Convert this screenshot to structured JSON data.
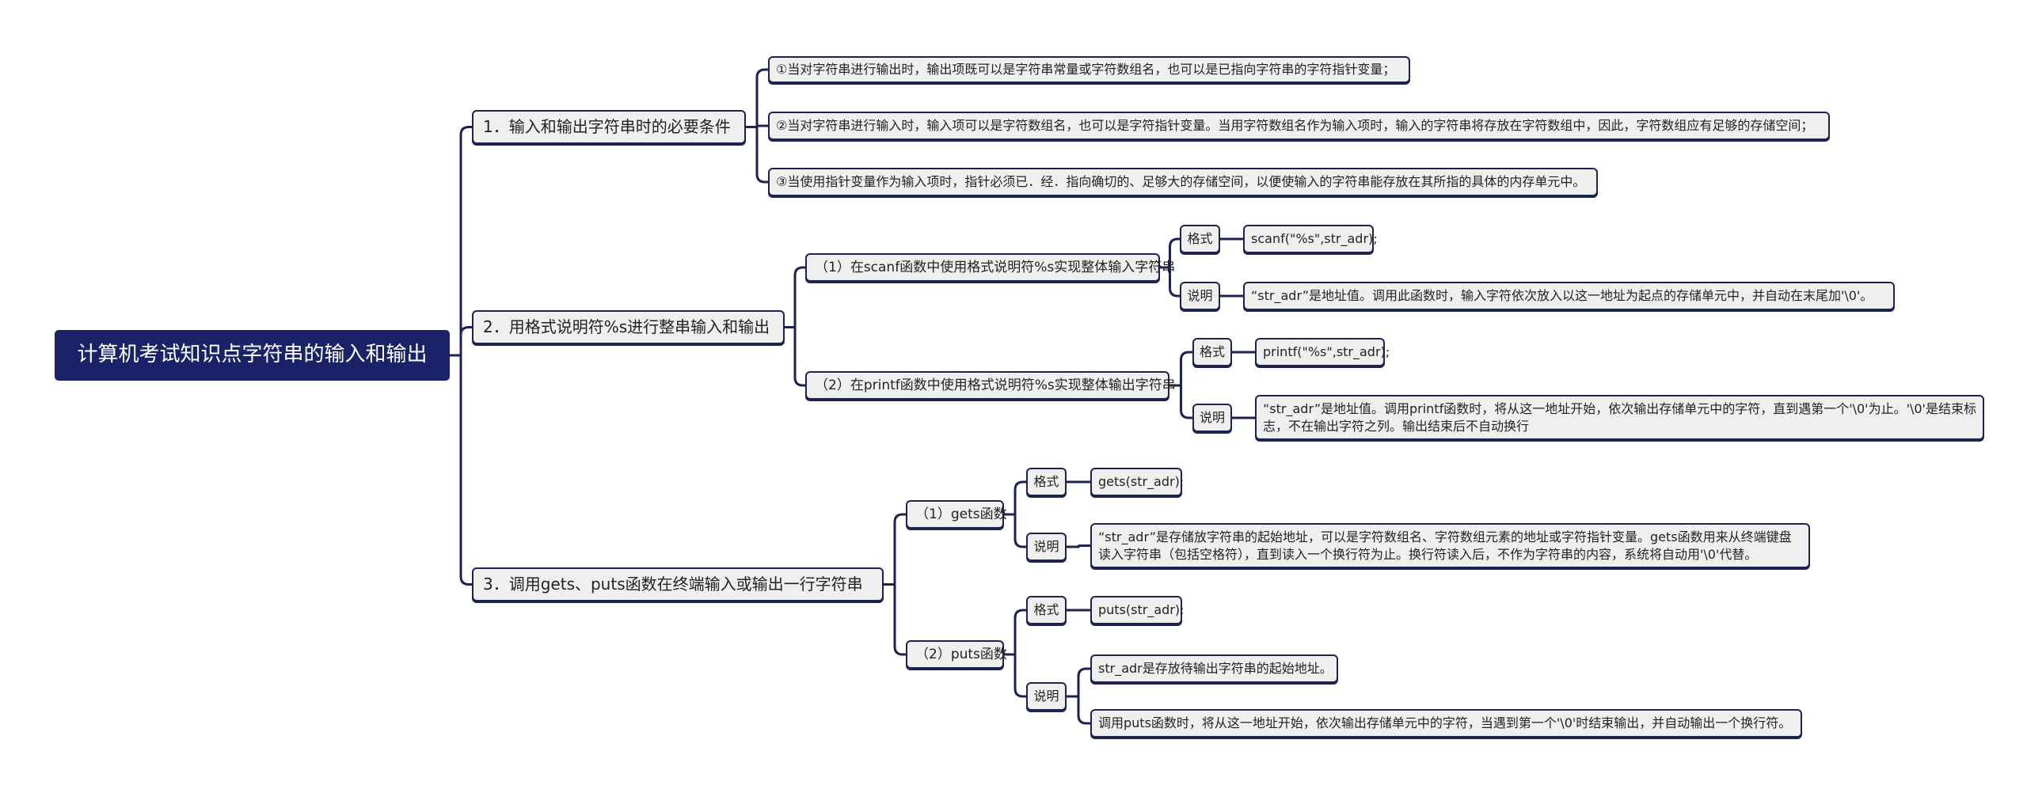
{
  "root": "计算机考试知识点字符串的输入和输出",
  "branches": [
    {
      "title": "1．输入和输出字符串时的必要条件",
      "items": [
        "①当对字符串进行输出时，输出项既可以是字符串常量或字符数组名，也可以是已指向字符串的字符指针变量；",
        "②当对字符串进行输入时，输入项可以是字符数组名，也可以是字符指针变量。当用字符数组名作为输入项时，输入的字符串将存放在字符数组中，因此，字符数组应有足够的存储空间；",
        "③当使用指针变量作为输入项时，指针必须已．经．指向确切的、足够大的存储空间，以便使输入的字符串能存放在其所指的具体的内存单元中。"
      ]
    },
    {
      "title": "2．用格式说明符%s进行整串输入和输出",
      "subs": [
        {
          "title": "（1）在scanf函数中使用格式说明符%s实现整体输入字符串",
          "format_label": "格式",
          "format": "scanf(\"%s\",str_adr);",
          "note_label": "说明",
          "notes": [
            "“str_adr”是地址值。调用此函数时，输入字符依次放入以这一地址为起点的存储单元中，并自动在末尾加'\\0'。"
          ]
        },
        {
          "title": "（2）在printf函数中使用格式说明符%s实现整体输出字符串",
          "format_label": "格式",
          "format": "printf(\"%s\",str_adr);",
          "note_label": "说明",
          "notes": [
            "“str_adr”是地址值。调用printf函数时，将从这一地址开始，依次输出存储单元中的字符，直到遇第一个'\\0'为止。'\\0'是结束标志，不在输出字符之列。输出结束后不自动换行"
          ]
        }
      ]
    },
    {
      "title": "3．调用gets、puts函数在终端输入或输出一行字符串",
      "subs": [
        {
          "title": "（1）gets函数",
          "format_label": "格式",
          "format": "gets(str_adr);",
          "note_label": "说明",
          "notes": [
            "“str_adr”是存储放字符串的起始地址，可以是字符数组名、字符数组元素的地址或字符指针变量。gets函数用来从终端键盘读入字符串（包括空格符），直到读入一个换行符为止。换行符读入后，不作为字符串的内容，系统将自动用'\\0'代替。"
          ]
        },
        {
          "title": "（2）puts函数",
          "format_label": "格式",
          "format": "puts(str_adr);",
          "note_label": "说明",
          "notes": [
            "str_adr是存放待输出字符串的起始地址。",
            "调用puts函数时，将从这一地址开始，依次输出存储单元中的字符，当遇到第一个'\\0'时结束输出，并自动输出一个换行符。"
          ]
        }
      ]
    }
  ],
  "colors": {
    "line": "#1e2250",
    "root_bg": "#1b2368",
    "node_bg": "#efefef"
  }
}
